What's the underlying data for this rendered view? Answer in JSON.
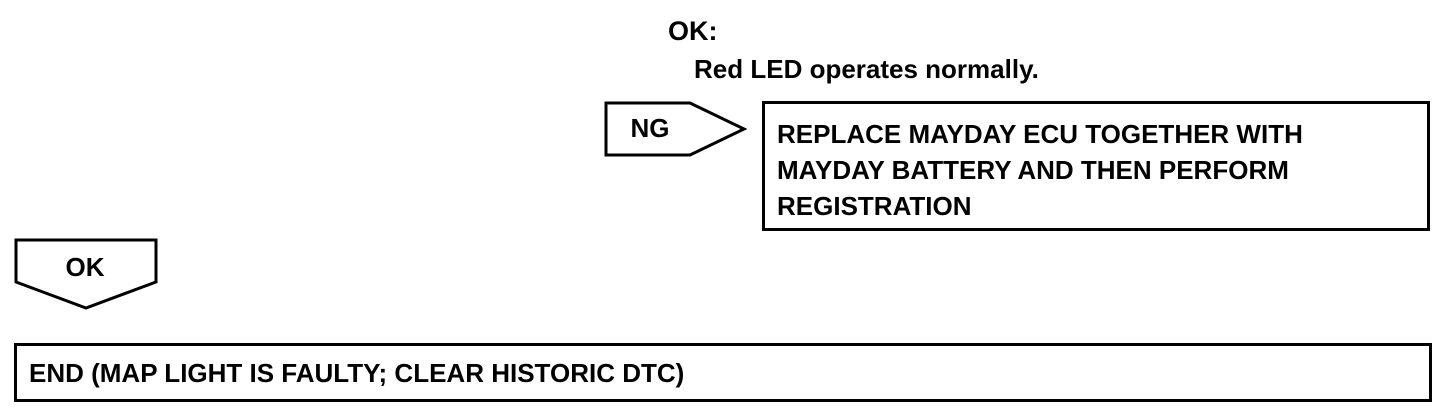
{
  "ok_criteria": {
    "title": "OK:",
    "text": "Red LED operates normally."
  },
  "ng_branch": {
    "label": "NG",
    "action_lines": [
      "REPLACE MAYDAY ECU TOGETHER WITH",
      "MAYDAY BATTERY AND THEN PERFORM",
      "REGISTRATION"
    ]
  },
  "ok_branch": {
    "label": "OK"
  },
  "end_step": {
    "text": "END (MAP LIGHT IS FAULTY; CLEAR HISTORIC DTC)"
  }
}
